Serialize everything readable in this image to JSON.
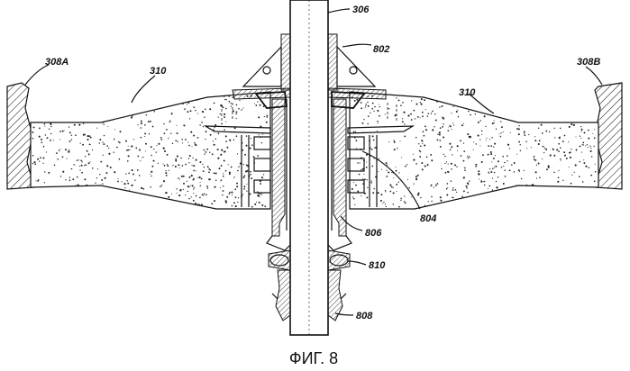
{
  "figure": {
    "caption": "ФИГ. 8",
    "labels": {
      "ref_306": "306",
      "ref_802": "802",
      "ref_308A": "308A",
      "ref_308B": "308B",
      "ref_310_left": "310",
      "ref_310_right": "310",
      "ref_804": "804",
      "ref_806": "806",
      "ref_810": "810",
      "ref_808": "808"
    }
  }
}
